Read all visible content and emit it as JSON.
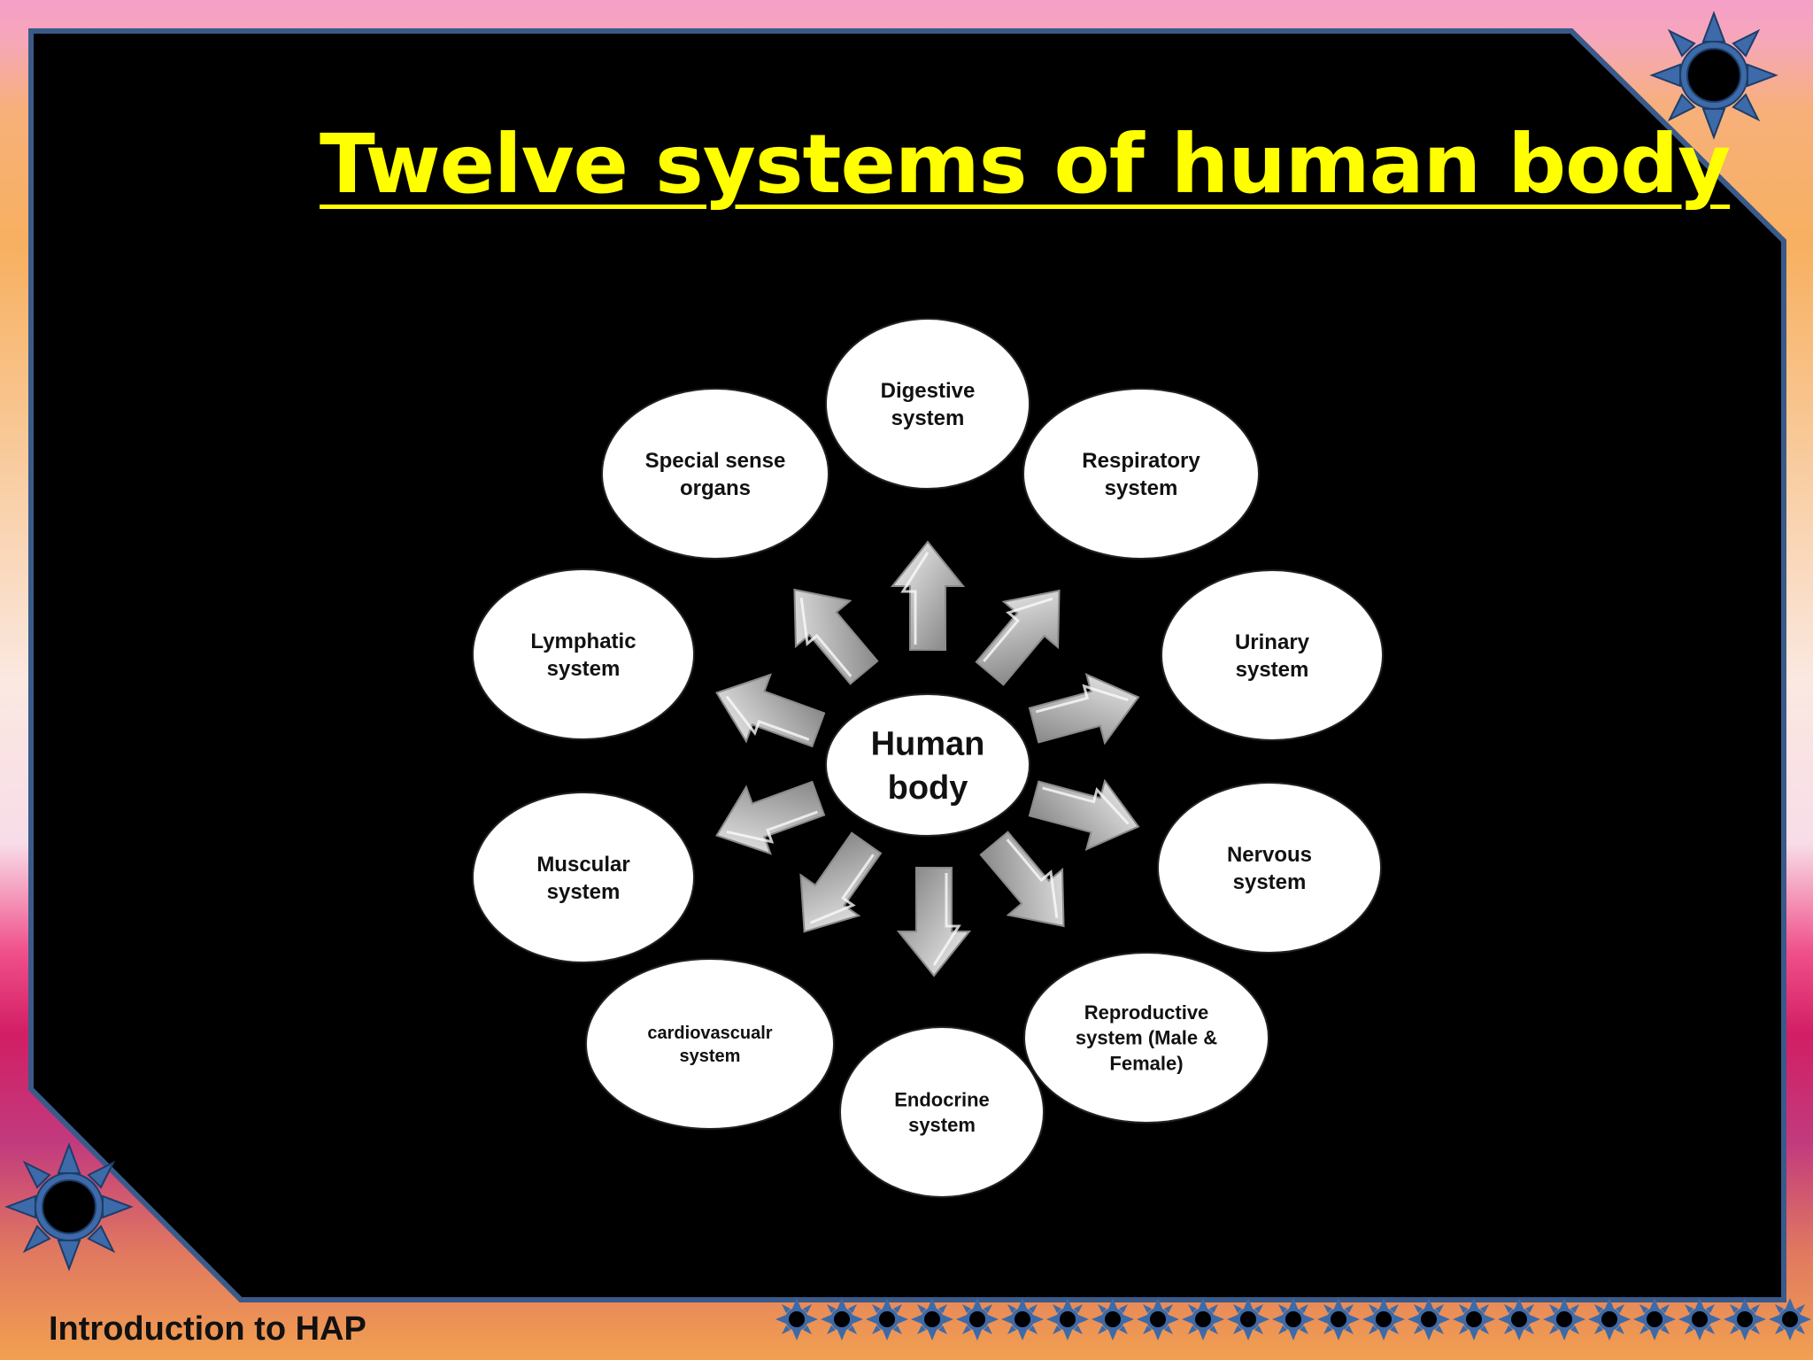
{
  "slide": {
    "title": "Twelve systems of human body",
    "footer": "Introduction to HAP"
  },
  "center": {
    "lines": [
      "Human",
      "body"
    ]
  },
  "systems": [
    {
      "lines": [
        "Digestive",
        "system"
      ]
    },
    {
      "lines": [
        "Respiratory",
        "system"
      ]
    },
    {
      "lines": [
        "Urinary",
        "system"
      ]
    },
    {
      "lines": [
        "Nervous",
        "system"
      ]
    },
    {
      "lines": [
        "Reproductive",
        "system (Male &",
        "Female)"
      ]
    },
    {
      "lines": [
        "Endocrine",
        "system"
      ]
    },
    {
      "lines": [
        "cardiovascualr",
        "system"
      ]
    },
    {
      "lines": [
        "Muscular",
        "system"
      ]
    },
    {
      "lines": [
        "Lymphatic",
        "system"
      ]
    },
    {
      "lines": [
        "Special sense",
        "organs"
      ]
    }
  ],
  "colors": {
    "panel": "#000000",
    "panel_border": "#3a5a8a",
    "title": "#ffff00",
    "ellipse_fill": "#ffffff",
    "arrow_fill": "#b8b8b8",
    "sun_fill": "#3d6aa8",
    "sun_core": "#000000"
  },
  "decorations": {
    "sun_icon": "sun-icon"
  }
}
